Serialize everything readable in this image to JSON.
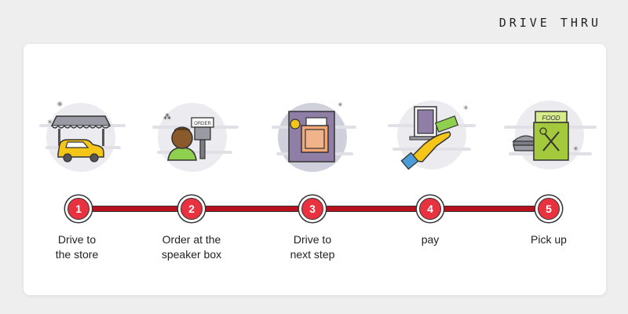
{
  "header": {
    "title": "DRIVE THRU"
  },
  "steps": [
    {
      "number": "1",
      "label_line1": "Drive to",
      "label_line2": "the store",
      "icon": "car-store-icon"
    },
    {
      "number": "2",
      "label_line1": "Order at the",
      "label_line2": "speaker box",
      "icon": "speaker-box-icon"
    },
    {
      "number": "3",
      "label_line1": "Drive to",
      "label_line2": "next step",
      "icon": "window-bag-icon"
    },
    {
      "number": "4",
      "label_line1": "pay",
      "label_line2": "",
      "icon": "pay-money-icon"
    },
    {
      "number": "5",
      "label_line1": "Pick up",
      "label_line2": "",
      "icon": "food-bag-icon"
    }
  ],
  "icon_texts": {
    "order_sign": "ORDER",
    "food_bag": "FOOD"
  },
  "colors": {
    "accent": "#e8323f",
    "timeline": "#b8101c",
    "car": "#f5c518",
    "bag": "#a4c93c"
  }
}
